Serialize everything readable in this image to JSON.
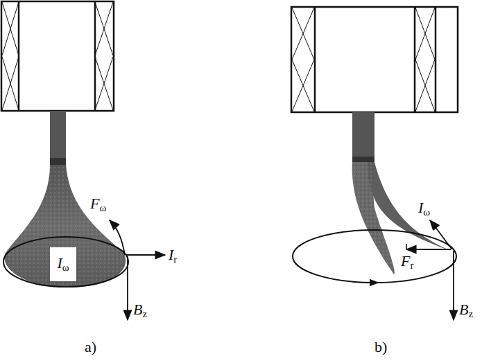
{
  "diagram": {
    "nodes": [
      {
        "text": [
          "Iω"
        ]
      }
    ],
    "labels": [
      "Fω",
      "Ir",
      "Bz",
      "a)",
      "Iω",
      "Fr",
      "Bz",
      "b)"
    ]
  }
}
